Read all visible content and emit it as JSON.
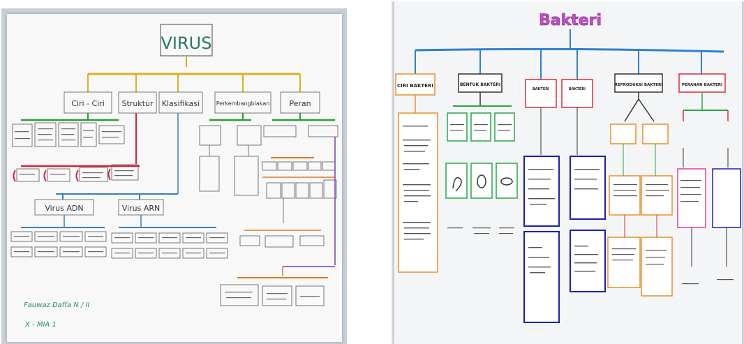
{
  "virus_chart": {
    "title": "VIRUS",
    "level1": [
      "Ciri - Ciri",
      "Struktur",
      "Klasifikasi",
      "Perkembangbiakan",
      "Peran"
    ],
    "groups": [
      "Virus ADN",
      "Virus ARN"
    ],
    "author_name": "Fauwaz Daffa N / II",
    "author_class": "X - MIA 1"
  },
  "bakteri_chart": {
    "title": "Bakteri",
    "level1": [
      "CIRI BAKTERI",
      "BENTUK BAKTERI",
      "BAKTERI",
      "BAKTERI",
      "REPRODUKSI BAKTERI",
      "PERANAN BAKTERI"
    ]
  },
  "colors": {
    "virus_trunk": "#d9b21c",
    "virus_green": "#2f9a3a",
    "virus_red": "#d9223a",
    "virus_blue": "#3a7fc0",
    "virus_purple": "#7a3fb0",
    "virus_orange": "#e07a1a",
    "title_green": "#2a7a5a",
    "bakteri_title": "#c44dc7",
    "bakteri_blue": "#2f7fd0",
    "bakteri_orange": "#e8902a",
    "bakteri_green": "#27a84a",
    "bakteri_red": "#e0283a",
    "bakteri_navy": "#1d1fb0",
    "bakteri_pink": "#e0409a"
  }
}
